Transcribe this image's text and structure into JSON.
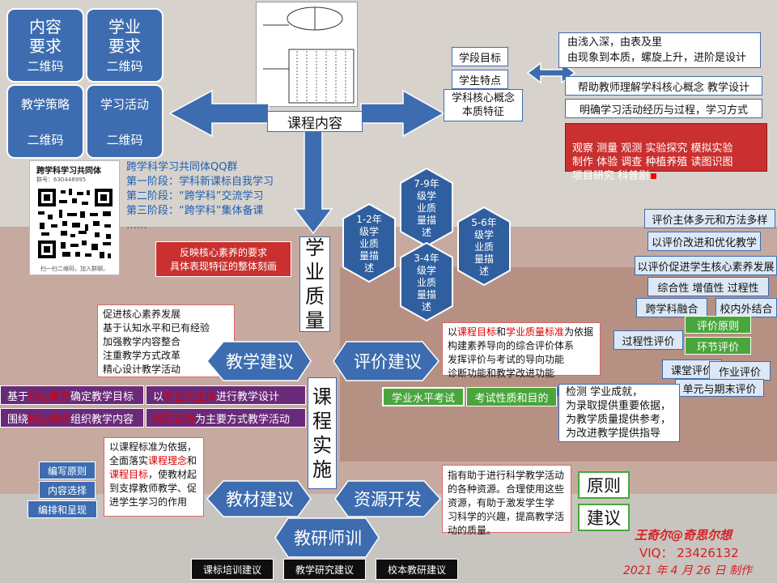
{
  "qr_tiles": [
    {
      "title_l1": "内容",
      "title_l2": "要求",
      "sub": "二维码"
    },
    {
      "title_l1": "学业",
      "title_l2": "要求",
      "sub": "二维码"
    },
    {
      "title_l1": "教学策略",
      "title_l2": "",
      "sub": "二维码"
    },
    {
      "title_l1": "学习活动",
      "title_l2": "",
      "sub": "二维码"
    }
  ],
  "qq_card": {
    "title": "跨学科学习共同体",
    "qq": "群号：630448995",
    "caption": "扫一扫二维码，加入群聊。"
  },
  "qq_group": {
    "heading": "跨学科学习共同体QQ群",
    "lines": [
      "第一阶段：学科新课标自我学习",
      "第二阶段：“跨学科”交流学习",
      "第三阶段：“跨学科”集体备课",
      "……"
    ]
  },
  "center": {
    "course_content": "课程内容",
    "academic_quality": [
      "学",
      "业",
      "质",
      "量"
    ],
    "course_impl": [
      "课",
      "程",
      "实",
      "施"
    ]
  },
  "course_right": {
    "goal": "学段目标",
    "trait": "学生特点",
    "core": "学科核心概念\n本质特征",
    "desc_top": "由浅入深，由表及里\n由现象到本质，螺旋上升，进阶是设计",
    "help": "帮助教师理解学科核心概念   教学设计",
    "clear": "明确学习活动经历与过程，学习方式",
    "activities": "观察   测量   观测   实验探究  模拟实验\n制作   体验   调查   种植养殖  读图识图\n项目研究  科普剧"
  },
  "quality_note": "反映核心素养的要求\n具体表现特征的整体刻画",
  "hexes": [
    {
      "text": "1-2年\n级学\n业质\n量描\n述"
    },
    {
      "text": "7-9年\n级学\n业质\n量描\n述"
    },
    {
      "text": "3-4年\n级学\n业质\n量描\n述"
    },
    {
      "text": "5-6年\n级学\n业质\n量描\n述"
    }
  ],
  "eval_right": [
    "评价主体多元和方法多样",
    "以评价改进和优化教学",
    "以评价促进学生核心素养发展",
    "综合性   增值性  过程性",
    "跨学科融合",
    "校内外结合"
  ],
  "teaching": {
    "label": "教学建议",
    "notes": [
      "促进核心素养发展",
      "基于认知水平和已有经验",
      "加强教学内容整合",
      "注重教学方式改革",
      "精心设计教学活动"
    ],
    "row1_a": {
      "pre": "基于",
      "hl": "核心素养",
      "post": "确定教学目标"
    },
    "row1_b": {
      "pre": "以",
      "hl": "学生为主体",
      "post": "进行教学设计"
    },
    "row2_a": {
      "pre": "围绕",
      "hl": "核心概念",
      "post": "组织教学内容"
    },
    "row2_b": {
      "pre": "",
      "hl": "探究实践",
      "post": "为主要方式教学活动"
    }
  },
  "evaluation": {
    "label": "评价建议",
    "note": {
      "pre": "以",
      "hl1": "课程目标",
      "mid": "和",
      "hl2": "学业质量标准",
      "post": "为依据构建素养导向的综合评价体系\n发挥评价与考试的导向功能\n诊断功能和教学改进功能"
    },
    "process": "过程性评价",
    "principle": "评价原则",
    "link": "环节评价",
    "class": "课堂评价",
    "homework": "作业评价",
    "unit": "单元与期末评价",
    "exam": "学业水平考试",
    "exam_nature": "考试性质和目的",
    "exam_desc": "检测  学业成就，\n为录取提供重要依据，\n为教学质量提供参考，\n为改进教学提供指导"
  },
  "materials": {
    "label": "教材建议",
    "note": {
      "pre": "以课程标准为依据，全面落实",
      "hl1": "课程理念",
      "mid": "和",
      "hl2": "课程目标",
      "post": "，使教材起到支撑教师教学、促进学生学习的作用"
    },
    "items": [
      "编写原则",
      "内容选择",
      "编排和呈现"
    ]
  },
  "resources": {
    "label": "资源开发",
    "note": "指有助于进行科学教学活动的各种资源。合理使用这些资源，有助于激发学生学 习科学的兴趣，提高教学活动的质量。",
    "principle_l1": "原则",
    "principle_l2": "建议"
  },
  "research": {
    "label": "教研师训",
    "items": [
      "课标培训建议",
      "教学研究建议",
      "校本教研建议"
    ]
  },
  "signature": {
    "name": "王奇尔@奇思尔想",
    "vx": "VIQ： 23426132",
    "date": "2021 年 4 月 26 日  制作"
  }
}
